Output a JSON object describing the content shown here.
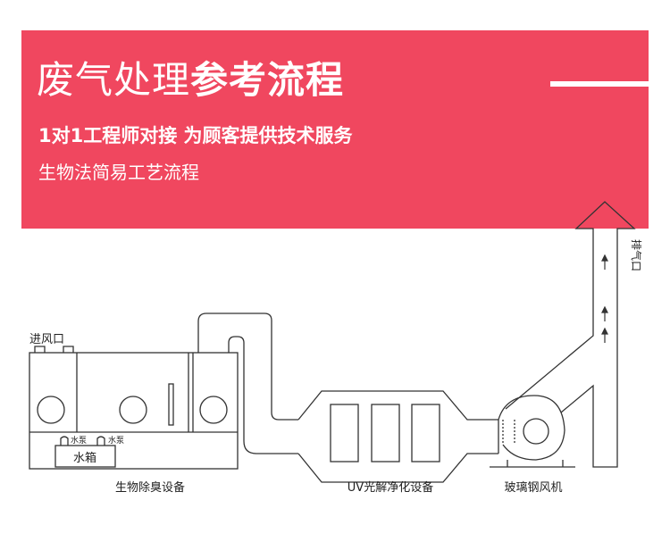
{
  "banner": {
    "title_light": "废气处理",
    "title_bold": "参考流程",
    "subtitle": "1对1工程师对接 为顾客提供技术服务",
    "caption": "生物法简易工艺流程"
  },
  "diagram": {
    "inlet_label": "进风口",
    "outlet_label": "排气口",
    "pump_label_1": "水泵",
    "pump_label_2": "水泵",
    "tank_label": "水箱",
    "equipment_labels": {
      "bio_deodorizer": "生物除臭设备",
      "uv_purifier": "UV光解净化设备",
      "fan": "玻璃钢风机"
    }
  },
  "colors": {
    "banner": "#f0475f",
    "line": "#333333",
    "text": "#222222"
  }
}
